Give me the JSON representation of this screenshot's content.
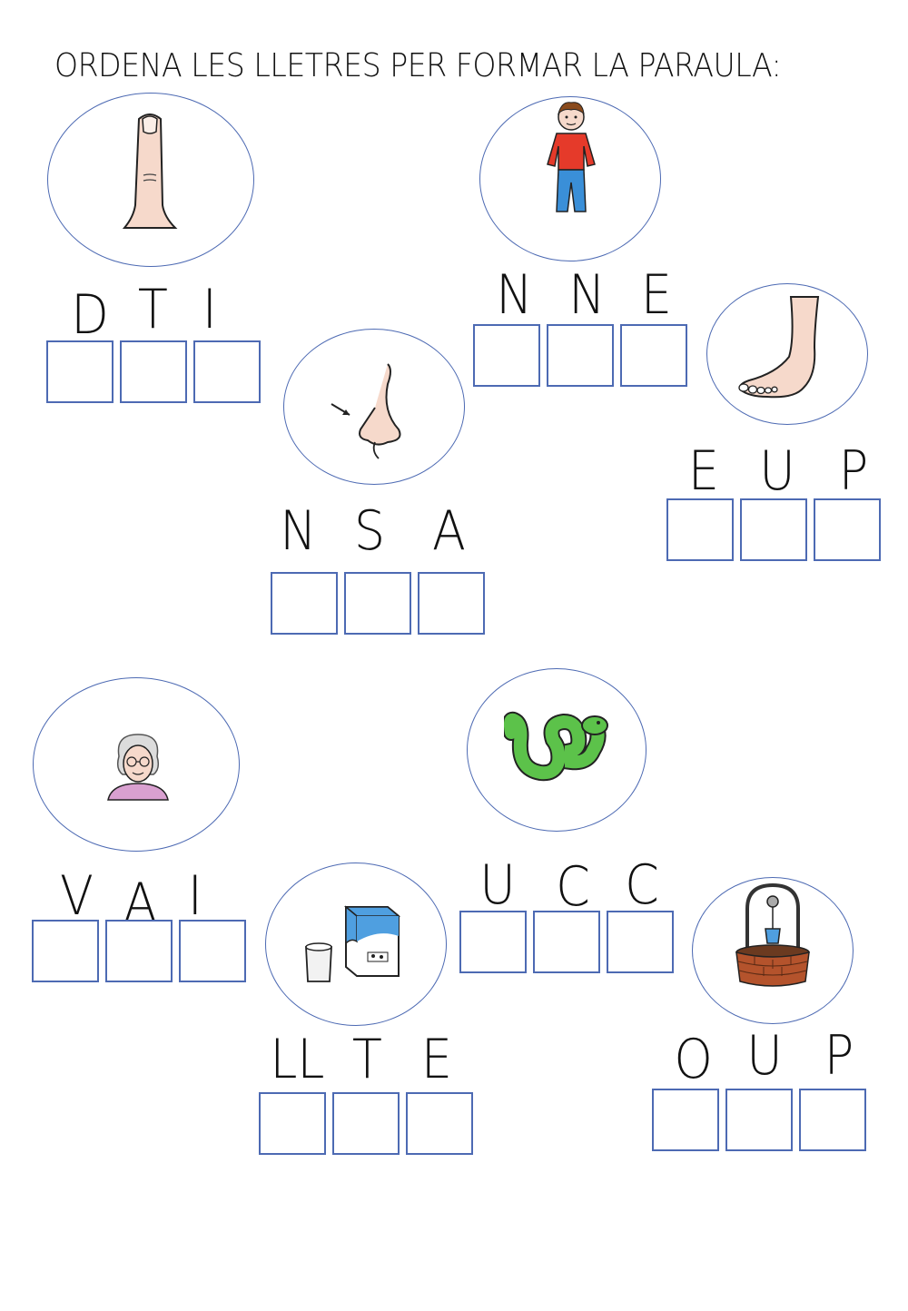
{
  "title": "ORDENA LES LLETRES PER FORMAR LA PARAULA:",
  "colors": {
    "circle_border": "#4d6ab3",
    "box_border": "#4d6ab3"
  },
  "items": [
    {
      "icon": "finger-icon",
      "letters": [
        "D",
        "T",
        "I"
      ]
    },
    {
      "icon": "boy-icon",
      "letters": [
        "N",
        "N",
        "E"
      ]
    },
    {
      "icon": "nose-icon",
      "letters": [
        "N",
        "S",
        "A"
      ]
    },
    {
      "icon": "foot-icon",
      "letters": [
        "E",
        "U",
        "P"
      ]
    },
    {
      "icon": "grandmother-icon",
      "letters": [
        "V",
        "A",
        "I"
      ]
    },
    {
      "icon": "worm-icon",
      "letters": [
        "U",
        "C",
        "C"
      ]
    },
    {
      "icon": "milk-icon",
      "letters": [
        "LL",
        "T",
        "E"
      ]
    },
    {
      "icon": "well-icon",
      "letters": [
        "O",
        "U",
        "P"
      ]
    }
  ]
}
